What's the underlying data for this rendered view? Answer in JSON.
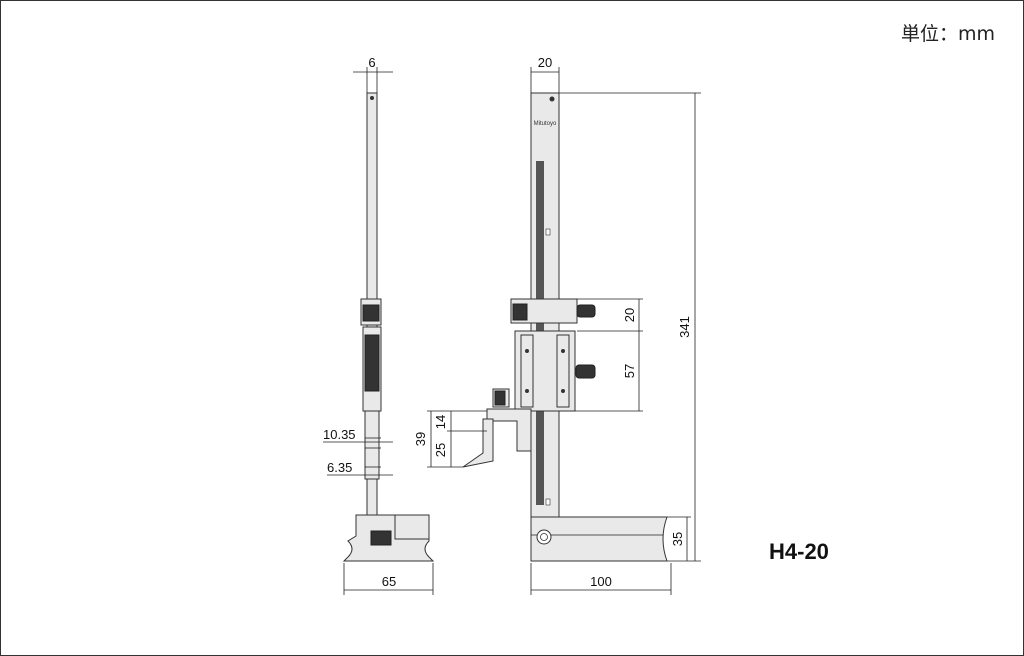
{
  "unit_label": "単位：mm",
  "model": "H4-20",
  "brand": "Mitutoyo",
  "dimensions": {
    "side_width": "6",
    "side_10_35": "10.35",
    "side_6_35": "6.35",
    "side_base": "65",
    "front_width": "20",
    "total_height": "341",
    "slider_20": "20",
    "slider_57": "57",
    "d14": "14",
    "d39": "39",
    "d25": "25",
    "base_height": "35",
    "base_width": "100"
  }
}
